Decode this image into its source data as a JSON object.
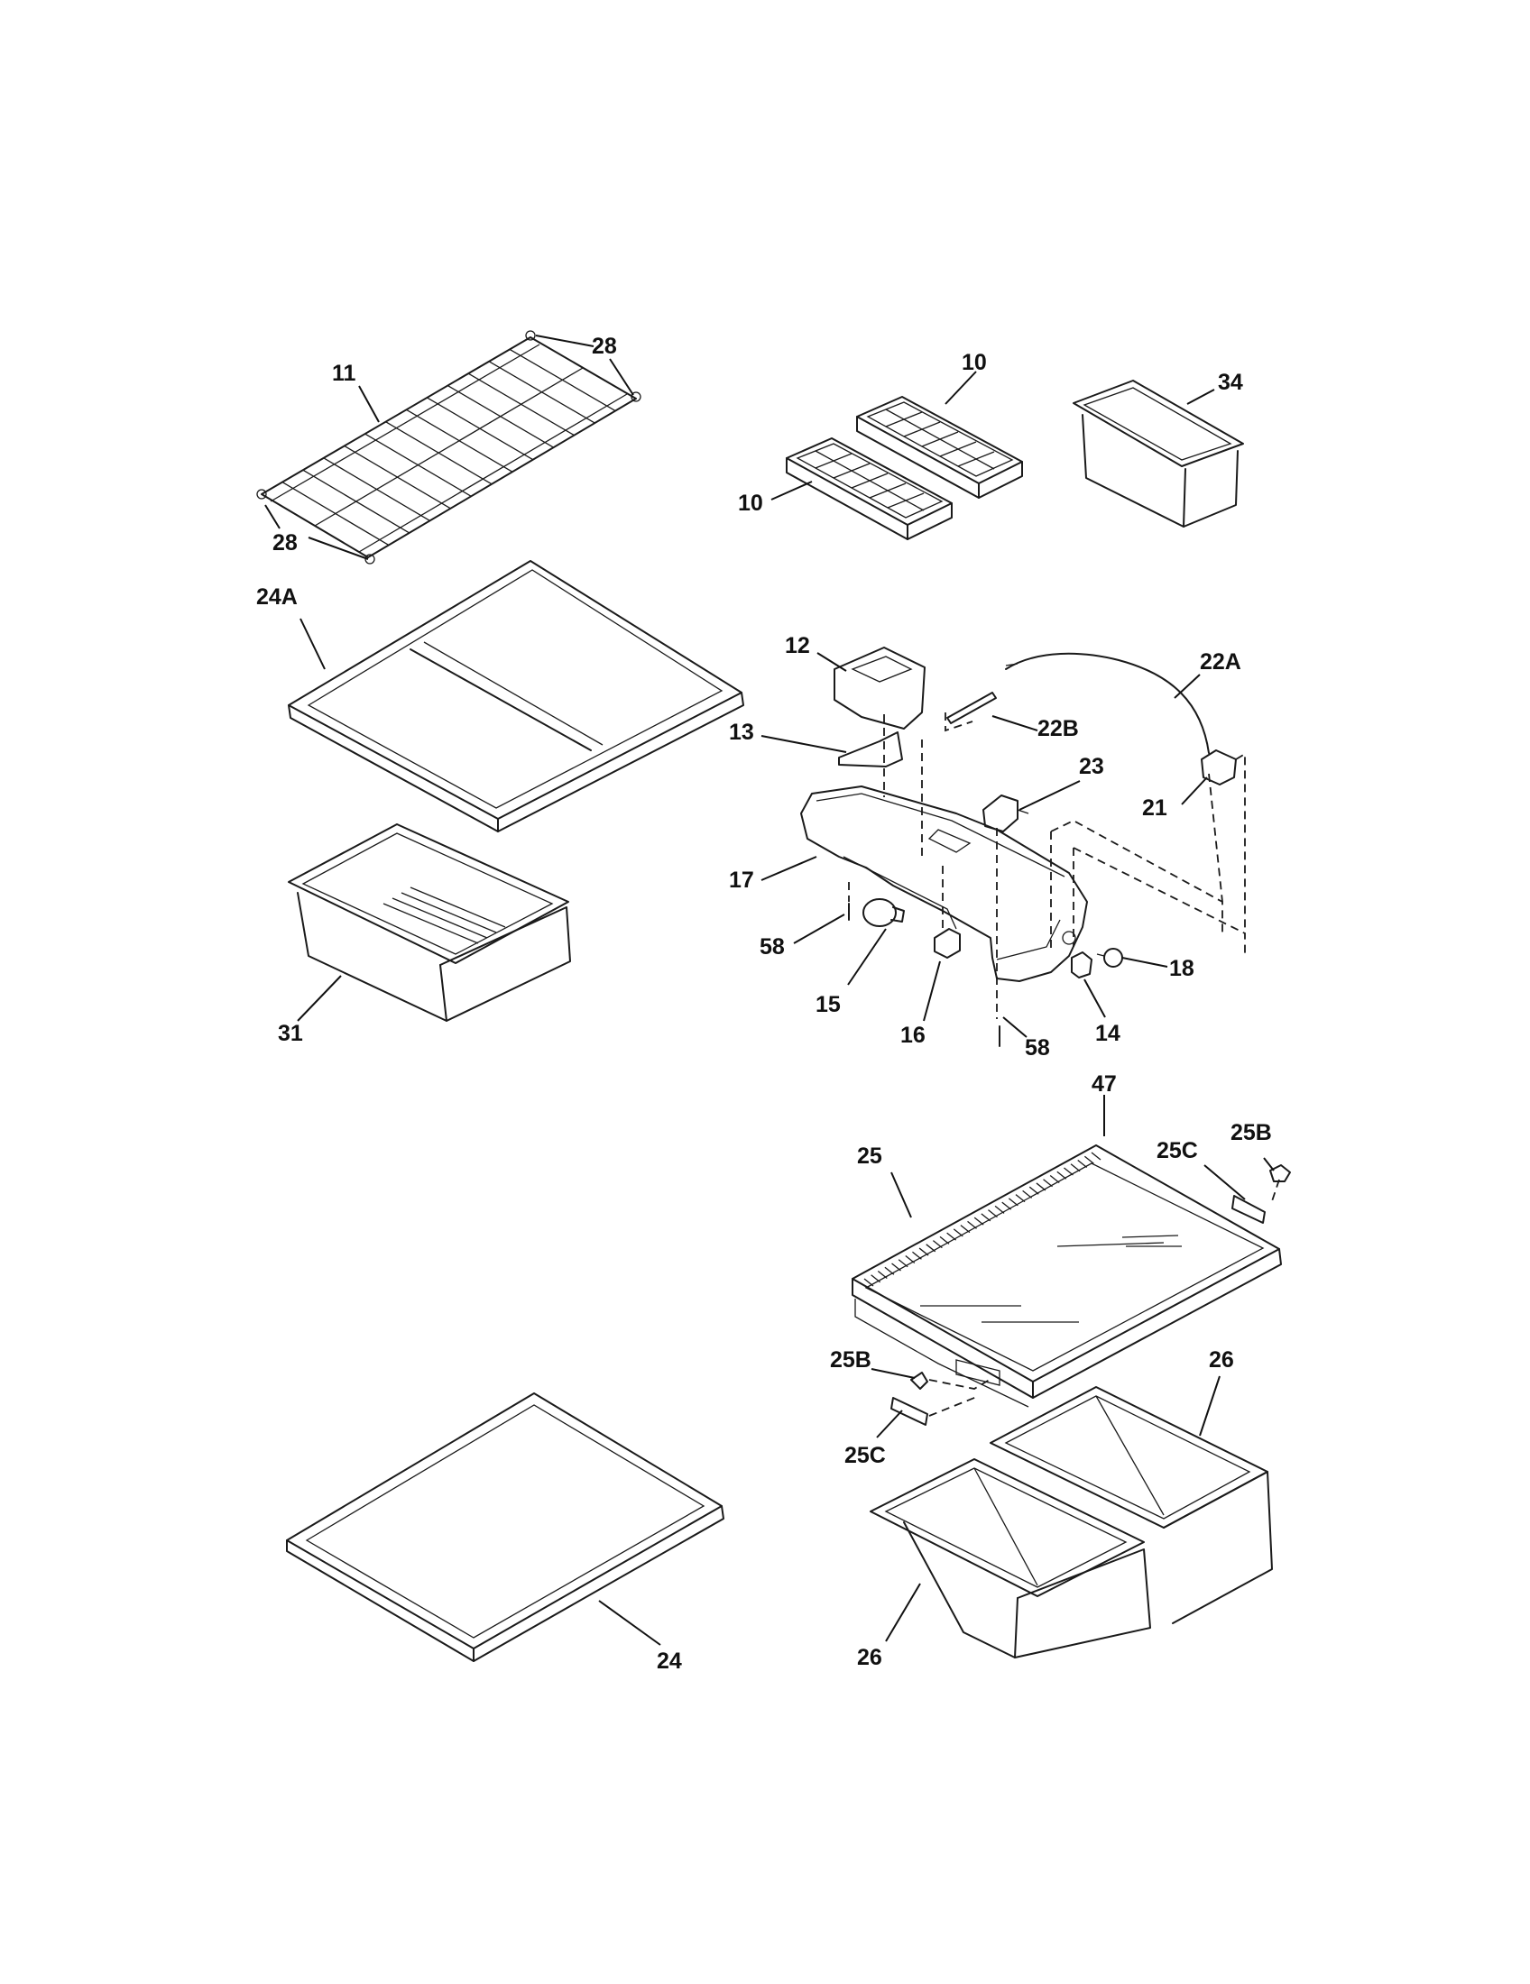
{
  "callouts": [
    {
      "id": "c11",
      "text": "11"
    },
    {
      "id": "c28a",
      "text": "28"
    },
    {
      "id": "c28b",
      "text": "28"
    },
    {
      "id": "c10a",
      "text": "10"
    },
    {
      "id": "c10b",
      "text": "10"
    },
    {
      "id": "c34",
      "text": "34"
    },
    {
      "id": "c24A",
      "text": "24A"
    },
    {
      "id": "c31",
      "text": "31"
    },
    {
      "id": "c12",
      "text": "12"
    },
    {
      "id": "c13",
      "text": "13"
    },
    {
      "id": "c22A",
      "text": "22A"
    },
    {
      "id": "c22B",
      "text": "22B"
    },
    {
      "id": "c23",
      "text": "23"
    },
    {
      "id": "c21",
      "text": "21"
    },
    {
      "id": "c17",
      "text": "17"
    },
    {
      "id": "c58a",
      "text": "58"
    },
    {
      "id": "c15",
      "text": "15"
    },
    {
      "id": "c16",
      "text": "16"
    },
    {
      "id": "c58b",
      "text": "58"
    },
    {
      "id": "c14",
      "text": "14"
    },
    {
      "id": "c18",
      "text": "18"
    },
    {
      "id": "c47",
      "text": "47"
    },
    {
      "id": "c25B_top",
      "text": "25B"
    },
    {
      "id": "c25C_top",
      "text": "25C"
    },
    {
      "id": "c25",
      "text": "25"
    },
    {
      "id": "c25B_bot",
      "text": "25B"
    },
    {
      "id": "c25C_bot",
      "text": "25C"
    },
    {
      "id": "c26a",
      "text": "26"
    },
    {
      "id": "c26b",
      "text": "26"
    },
    {
      "id": "c24",
      "text": "24"
    }
  ]
}
